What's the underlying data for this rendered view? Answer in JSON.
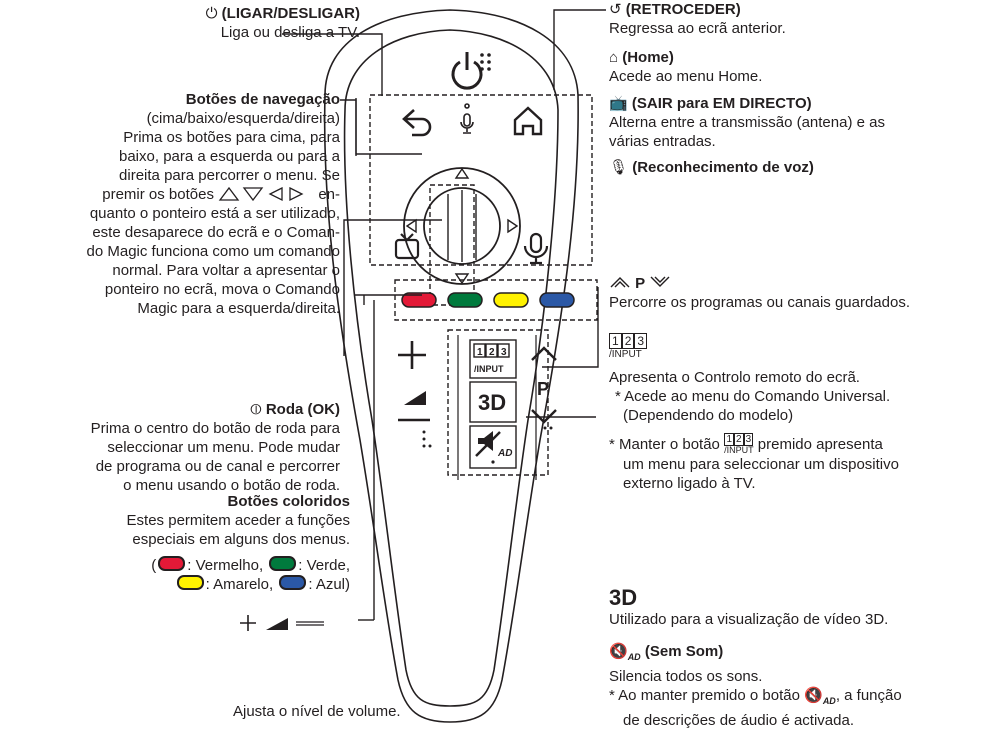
{
  "left": {
    "power": {
      "title": "(LIGAR/DESLIGAR)",
      "desc": "Liga ou desliga a TV."
    },
    "nav": {
      "title": "Botões de navegação",
      "sub": "(cima/baixo/esquerda/direita)",
      "lines": [
        "Prima os botões para cima, para",
        "baixo, para a esquerda ou para a",
        "direita para percorrer o menu. Se"
      ],
      "line_pre_arrows": "premir os botões",
      "line_post_arrows": "en-",
      "lines2": [
        "quanto o ponteiro está a ser utilizado,",
        "este desaparece do ecrã e o Coman-",
        "do Magic funciona como um comando",
        "normal. Para voltar a apresentar o",
        "ponteiro no ecrã, mova o Comando",
        "Magic para a esquerda/direita."
      ]
    },
    "wheel": {
      "title": "Roda (OK)",
      "lines": [
        "Prima o centro do botão de roda para",
        "seleccionar um menu. Pode mudar",
        "de programa ou de canal e percorrer",
        "o menu usando o botão de roda."
      ]
    },
    "colors": {
      "title": "Botões coloridos",
      "lines": [
        "Estes permitem aceder a funções",
        "especiais em alguns dos menus."
      ],
      "red": ": Vermelho,",
      "green": ": Verde,",
      "yellow": ": Amarelo,",
      "blue": ": Azul)",
      "open": "(",
      "hex": {
        "red": "#e31937",
        "green": "#007a3d",
        "yellow": "#fff200",
        "blue": "#2b58a6"
      }
    },
    "volume": {
      "desc": "Ajusta o nível de volume."
    }
  },
  "right": {
    "back": {
      "title": "(RETROCEDER)",
      "desc": "Regressa ao ecrã anterior."
    },
    "home": {
      "title": "(Home)",
      "desc": "Acede ao menu Home."
    },
    "live": {
      "title": "(SAIR para EM DIRECTO)",
      "lines": [
        "Alterna entre a transmissão (antena) e as",
        "várias entradas."
      ]
    },
    "voice": {
      "title": "(Reconhecimento de voz)"
    },
    "prog": {
      "p": "P",
      "desc": "Percorre os programas ou canais guardados."
    },
    "input": {
      "digits": [
        "1",
        "2",
        "3"
      ],
      "label": "/INPUT",
      "lines": [
        "Apresenta o Controlo remoto do ecrã.",
        "* Acede ao menu do Comando Universal.",
        "(Dependendo do modelo)"
      ],
      "hold_pre": "*  Manter o botão",
      "hold_post": "premido apresenta",
      "hold_lines": [
        "um menu para seleccionar um dispositivo",
        "externo ligado à TV."
      ]
    },
    "threed": {
      "logo": "3D",
      "desc": "Utilizado para a visualização de vídeo 3D."
    },
    "mute": {
      "title": "(Sem Som)",
      "ad": "AD",
      "desc": "Silencia todos os sons.",
      "hold_pre": "*  Ao manter premido o botão",
      "hold_post": ", a função",
      "hold_line2": "de descrições de áudio é activada."
    }
  },
  "remote": {
    "input_label": "/INPUT",
    "digits": [
      "1",
      "2",
      "3"
    ],
    "threed": "3D",
    "p": "P",
    "ad": "AD"
  }
}
